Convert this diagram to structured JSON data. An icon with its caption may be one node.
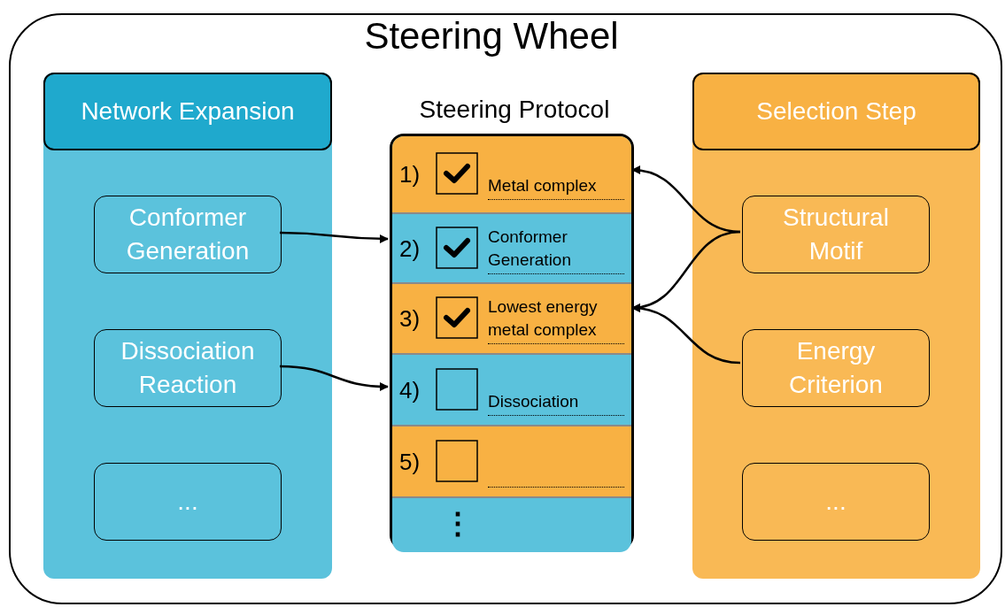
{
  "diagram": {
    "nodes": [
      {
        "text": [
          "Steering Wheel"
        ]
      },
      {
        "text": [
          "Network Expansion"
        ],
        "in": 0
      },
      {
        "text": [
          "Conformer Generation"
        ],
        "in": 1
      },
      {
        "text": [
          "Dissociation Reaction"
        ],
        "in": 1
      },
      {
        "text": [
          "..."
        ],
        "in": 1
      },
      {
        "text": [
          "Steering Protocol"
        ],
        "in": 0
      },
      {
        "text": [
          "1)",
          "Metal complex"
        ],
        "in": 5
      },
      {
        "text": [
          "2)",
          "Conformer Generation"
        ],
        "in": 5
      },
      {
        "text": [
          "3)",
          "Lowest energy metal complex"
        ],
        "in": 5
      },
      {
        "text": [
          "4)",
          "Dissociation"
        ],
        "in": 5
      },
      {
        "text": [
          "5)"
        ],
        "in": 5
      },
      {
        "text": [
          "⋮"
        ],
        "in": 5
      },
      {
        "text": [
          "Selection Step"
        ],
        "in": 0
      },
      {
        "text": [
          "Structural Motif"
        ],
        "in": 12
      },
      {
        "text": [
          "Energy Criterion"
        ],
        "in": 12
      },
      {
        "text": [
          "..."
        ],
        "in": 12
      }
    ],
    "edges": [
      {
        "from": 2,
        "to": 7,
        "arrow": "to"
      },
      {
        "from": 3,
        "to": 9,
        "arrow": "to"
      },
      {
        "from": 13,
        "to": 6,
        "arrow": "to"
      },
      {
        "from": 13,
        "to": 8,
        "arrow": "to"
      },
      {
        "from": 14,
        "to": 8,
        "arrow": "to"
      }
    ]
  }
}
